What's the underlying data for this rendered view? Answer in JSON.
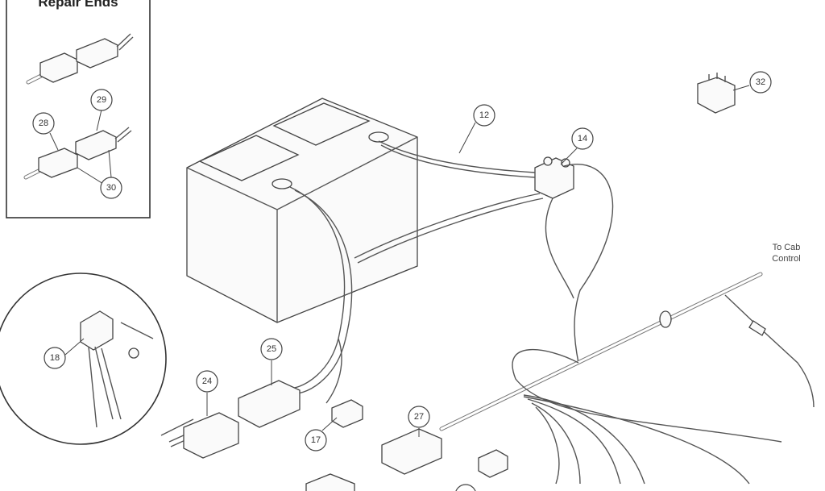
{
  "inset": {
    "title": "Repair Ends"
  },
  "labels": {
    "to_cab_control_line1": "To Cab",
    "to_cab_control_line2": "Control"
  },
  "callouts": {
    "c12": "12",
    "c14": "14",
    "c17": "17",
    "c18": "18",
    "c24": "24",
    "c25": "25",
    "c27": "27",
    "c28": "28",
    "c29": "29",
    "c30": "30",
    "c32": "32"
  }
}
